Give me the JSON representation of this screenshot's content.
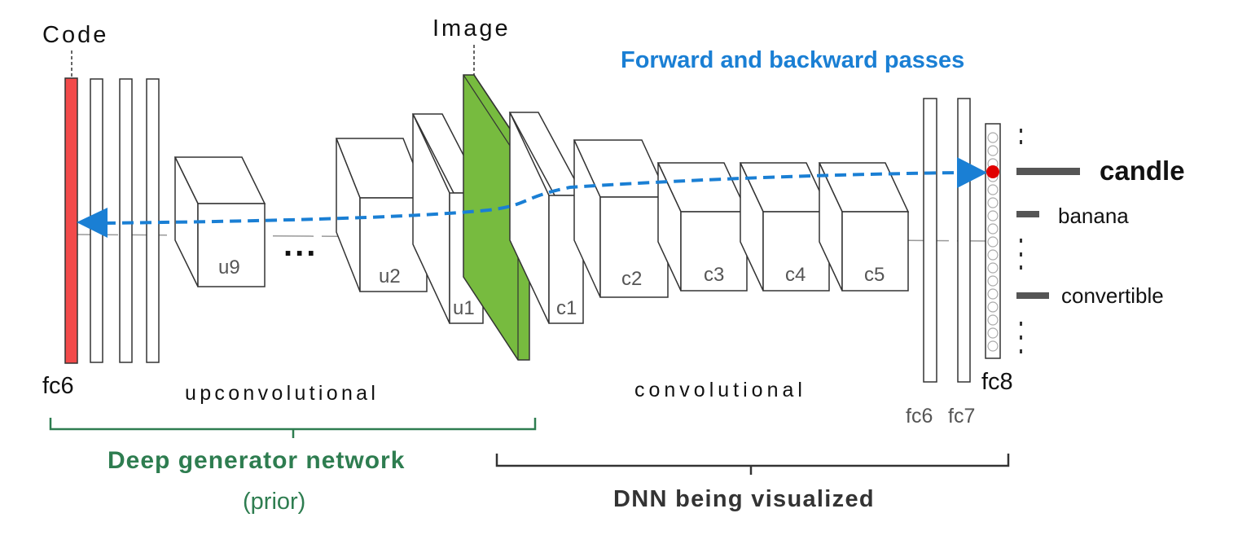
{
  "labels": {
    "code": "Code",
    "image": "Image",
    "fc6_left": "fc6",
    "fc6_right": "fc6",
    "fc7": "fc7",
    "fc8": "fc8",
    "ellipsis": "...",
    "upconvolutional": "upconvolutional",
    "convolutional": "convolutional"
  },
  "blocks": {
    "u9": "u9",
    "u2": "u2",
    "u1": "u1",
    "c1": "c1",
    "c2": "c2",
    "c3": "c3",
    "c4": "c4",
    "c5": "c5"
  },
  "passes": {
    "title": "Forward and backward passes"
  },
  "classes": {
    "candle": "candle",
    "banana": "banana",
    "convertible": "convertible"
  },
  "brackets": {
    "generator_title": "Deep generator network",
    "generator_sub": "(prior)",
    "dnn_title": "DNN being visualized"
  },
  "colors": {
    "code_bar": "#f24a4a",
    "image_slab": "#77bb3f",
    "arrow": "#1a7fd4",
    "generator_bracket": "#2e7d50",
    "dnn_bracket": "#333333",
    "active_unit": "#e00000"
  }
}
